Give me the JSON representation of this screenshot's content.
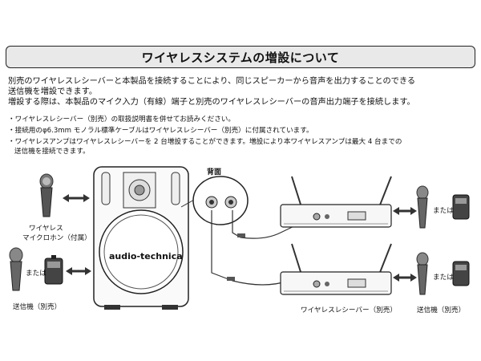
{
  "title": "ワイヤレスシステムの増設について",
  "intro": {
    "line1": "別売のワイヤレスレシーバーと本製品を接続することにより、同じスピーカーから音声を出力することのできる",
    "line2": "送信機を増設できます。",
    "line3": "増設する際は、本製品のマイク入力（有線）端子と別売のワイヤレスレシーバーの音声出力端子を接続します。"
  },
  "notes": {
    "n1": "・ワイヤレスレシーバー（別売）の取扱説明書を併せてお読みください。",
    "n2": "・接続用のφ6.3mm モノラル標準ケーブルはワイヤレスレシーバー（別売）に付属されています。",
    "n3a": "・ワイヤレスアンプはワイヤレスレシーバーを 2 台増設することができます。増設により本ワイヤレスアンプは最大 4 台までの",
    "n3b": "送信機を接続できます。"
  },
  "diagram": {
    "back_label": "背面",
    "brand": "audio-technica",
    "mic_label_1": "ワイヤレス",
    "mic_label_2": "マイクロホン（付属）",
    "or_label": "または",
    "transmitter_label": "送信機（別売）",
    "receiver_label": "ワイヤレスレシーバー（別売）",
    "right_transmitter_label": "送信機（別売）"
  }
}
